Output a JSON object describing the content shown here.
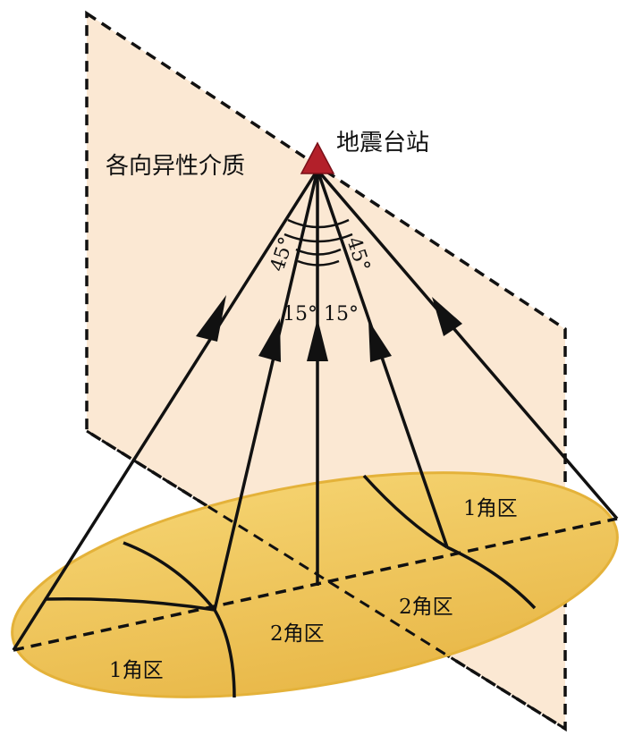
{
  "labels": {
    "medium": "各向异性介质",
    "station": "地震台站",
    "zone1_right": "1角区",
    "zone2_right": "2角区",
    "zone2_center": "2角区",
    "zone1_left": "1角区",
    "angle_left": "45°",
    "angle_right": "45°",
    "angle_center_left": "15°",
    "angle_center_right": "15°"
  },
  "colors": {
    "plane_fill": "#fbe8d3",
    "ellipse_fill": "#f0c75a",
    "ellipse_edge": "#e7b63c",
    "station": "#b3202a",
    "line": "#111111"
  }
}
